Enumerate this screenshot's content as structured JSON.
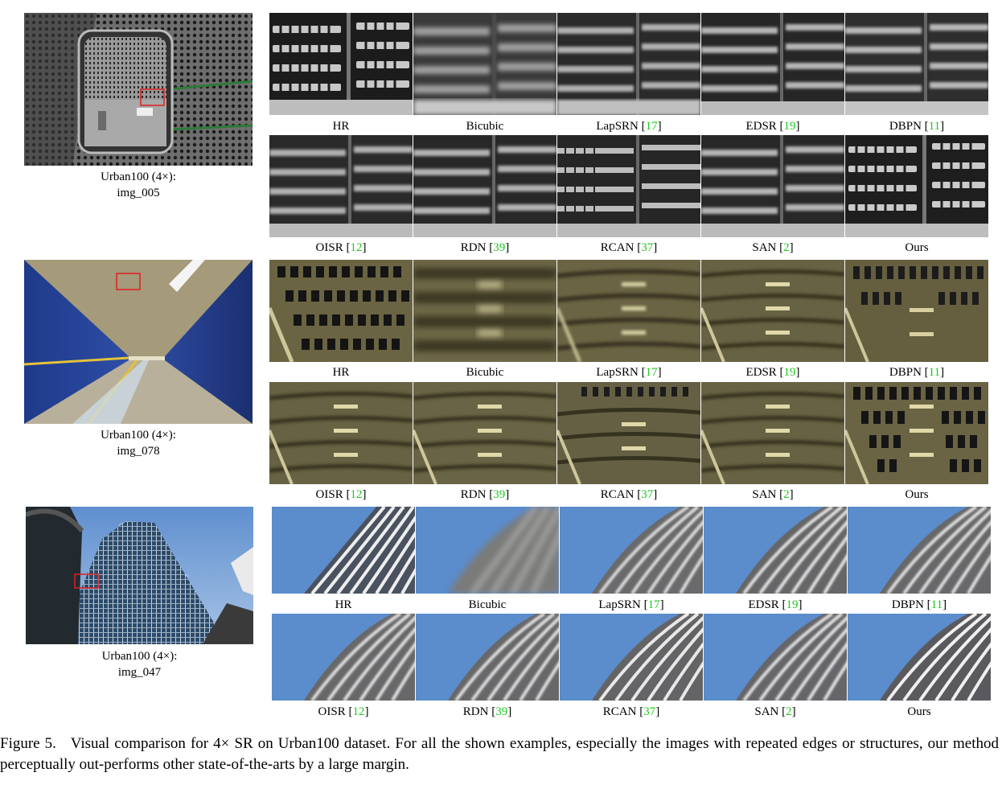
{
  "figure": {
    "label": "Figure 5.",
    "text": "Visual comparison for 4× SR on Urban100 dataset. For all the shown examples, especially the images with repeated edges or structures, our method perceptually out-performs other state-of-the-arts by a large margin."
  },
  "groups": [
    {
      "dataset_line": "Urban100 (4×):",
      "image_name": "img_005",
      "row1": [
        {
          "name": "HR",
          "ref": ""
        },
        {
          "name": "Bicubic",
          "ref": ""
        },
        {
          "name": "LapSRN",
          "ref": "17"
        },
        {
          "name": "EDSR",
          "ref": "19"
        },
        {
          "name": "DBPN",
          "ref": "11"
        }
      ],
      "row2": [
        {
          "name": "OISR",
          "ref": "12"
        },
        {
          "name": "RDN",
          "ref": "39"
        },
        {
          "name": "RCAN",
          "ref": "37"
        },
        {
          "name": "SAN",
          "ref": "2"
        },
        {
          "name": "Ours",
          "ref": ""
        }
      ]
    },
    {
      "dataset_line": "Urban100 (4×):",
      "image_name": "img_078",
      "row1": [
        {
          "name": "HR",
          "ref": ""
        },
        {
          "name": "Bicubic",
          "ref": ""
        },
        {
          "name": "LapSRN",
          "ref": "17"
        },
        {
          "name": "EDSR",
          "ref": "19"
        },
        {
          "name": "DBPN",
          "ref": "11"
        }
      ],
      "row2": [
        {
          "name": "OISR",
          "ref": "12"
        },
        {
          "name": "RDN",
          "ref": "39"
        },
        {
          "name": "RCAN",
          "ref": "37"
        },
        {
          "name": "SAN",
          "ref": "2"
        },
        {
          "name": "Ours",
          "ref": ""
        }
      ]
    },
    {
      "dataset_line": "Urban100 (4×):",
      "image_name": "img_047",
      "row1": [
        {
          "name": "HR",
          "ref": ""
        },
        {
          "name": "Bicubic",
          "ref": ""
        },
        {
          "name": "LapSRN",
          "ref": "17"
        },
        {
          "name": "EDSR",
          "ref": "19"
        },
        {
          "name": "DBPN",
          "ref": "11"
        }
      ],
      "row2": [
        {
          "name": "OISR",
          "ref": "12"
        },
        {
          "name": "RDN",
          "ref": "39"
        },
        {
          "name": "RCAN",
          "ref": "37"
        },
        {
          "name": "SAN",
          "ref": "2"
        },
        {
          "name": "Ours",
          "ref": ""
        }
      ]
    }
  ],
  "colors": {
    "citation": "#1ec81e",
    "roi_box": "#e02020"
  }
}
